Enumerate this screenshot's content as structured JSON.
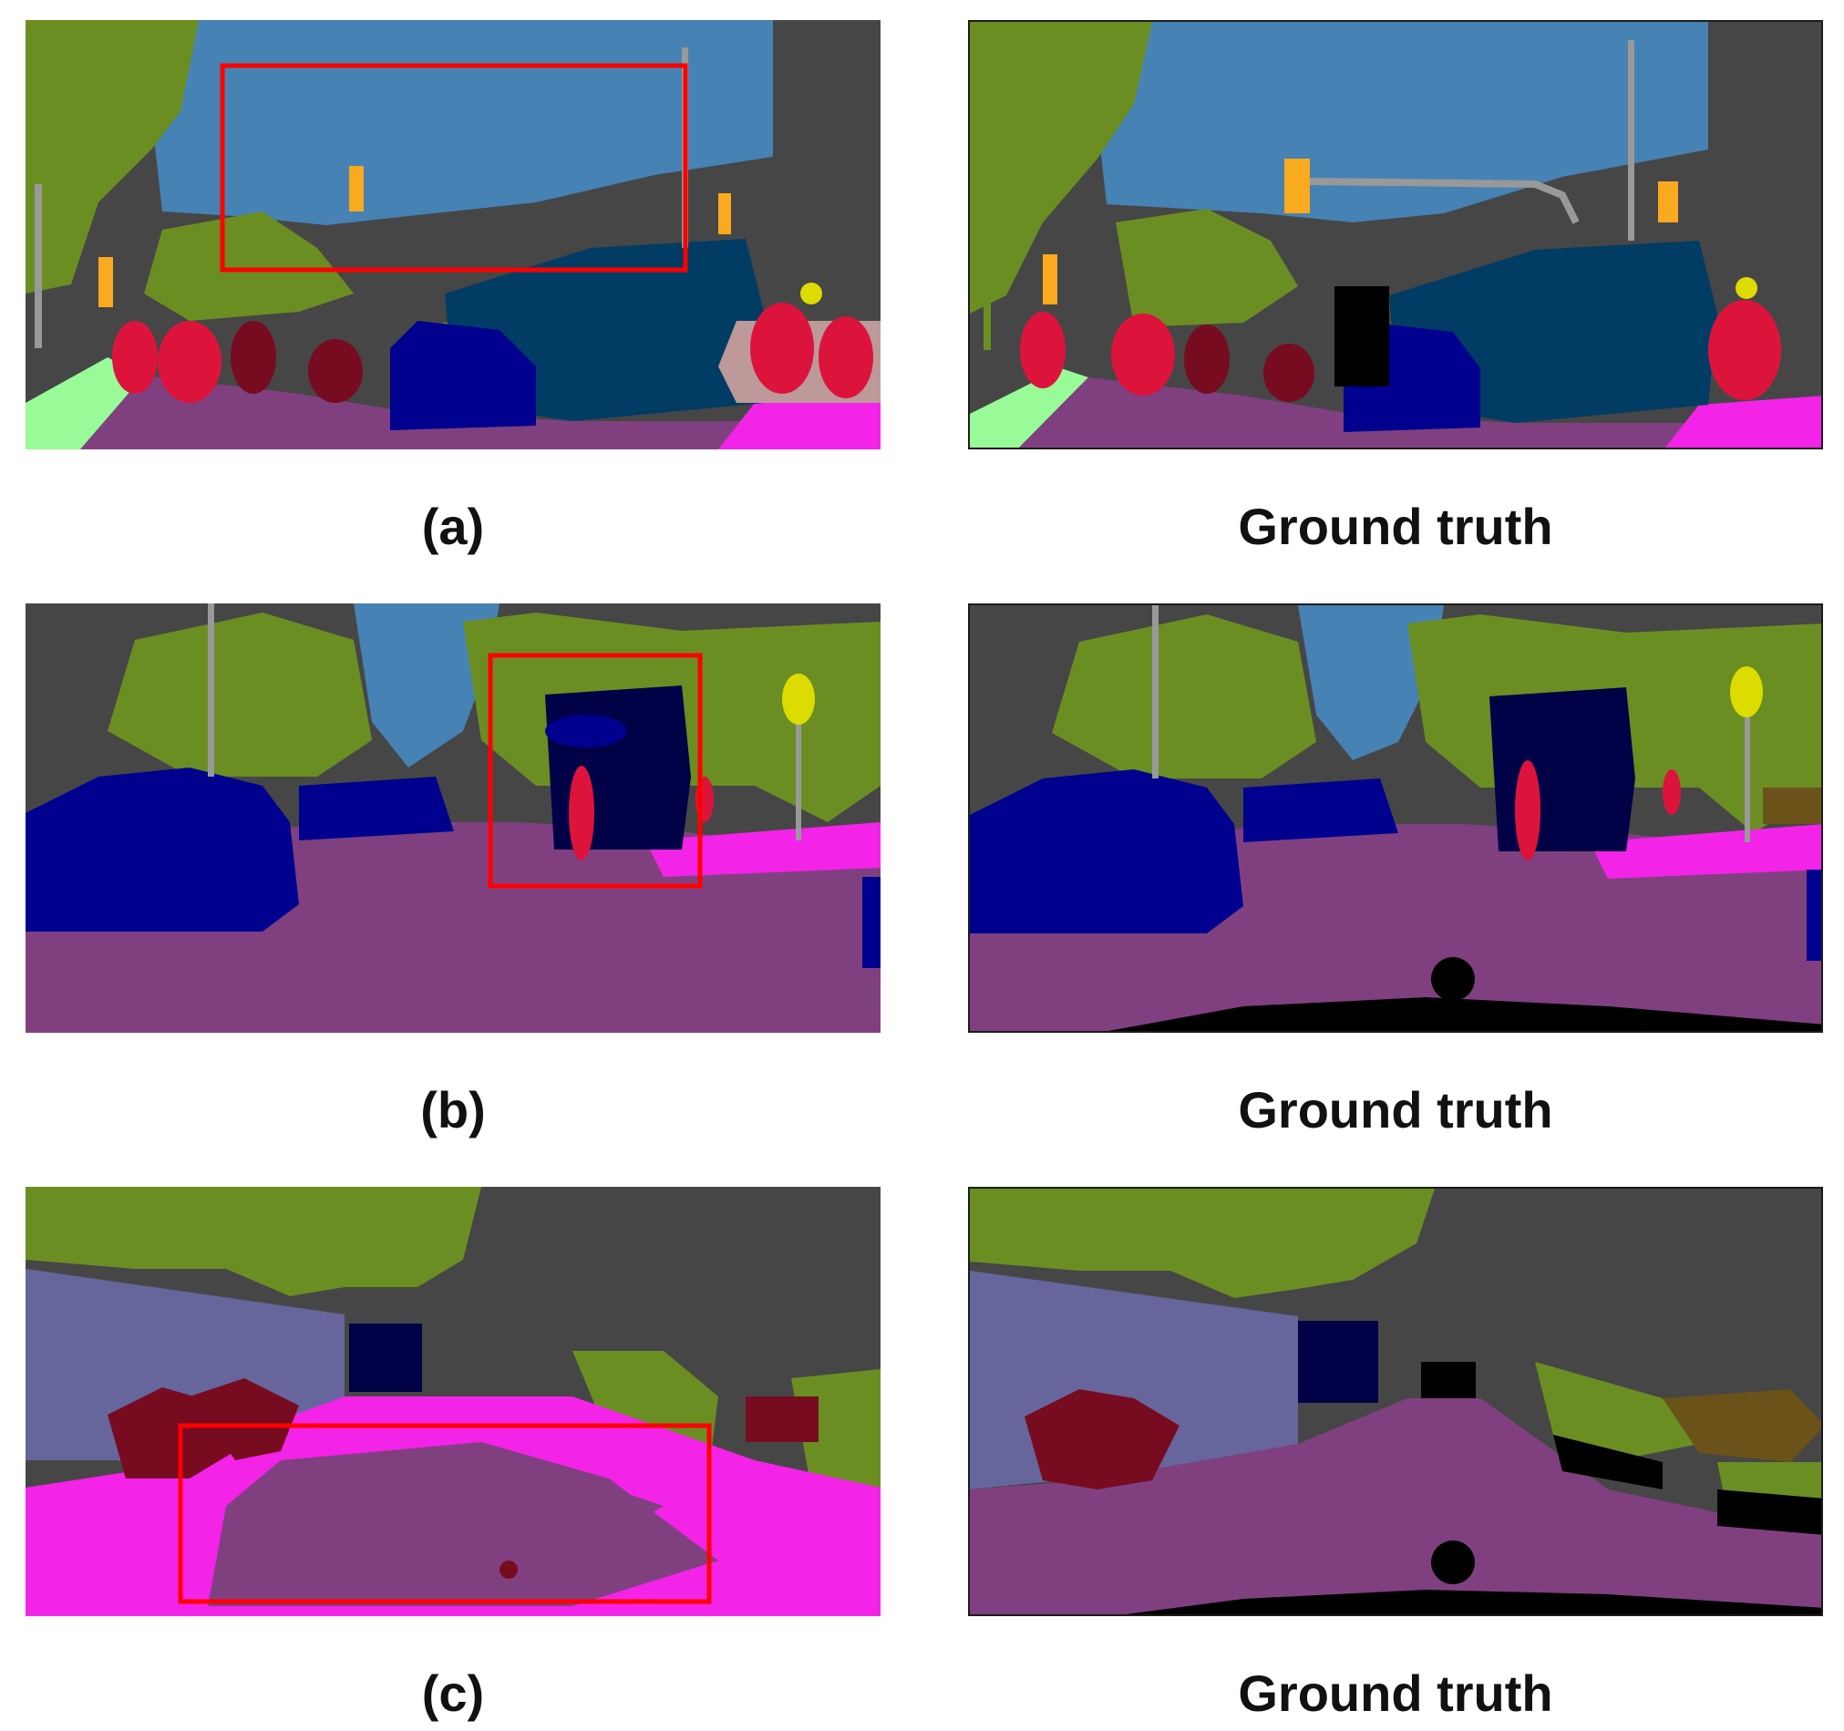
{
  "figure": {
    "rows": [
      {
        "id": "a",
        "caption": "(a)",
        "gt_caption": "Ground truth"
      },
      {
        "id": "b",
        "caption": "(b)",
        "gt_caption": "Ground truth"
      },
      {
        "id": "c",
        "caption": "(c)",
        "gt_caption": "Ground truth"
      }
    ]
  },
  "colors": {
    "building": "#464646",
    "sky": "#4682b4",
    "vegetation": "#6b8e23",
    "road": "#804080",
    "sidewalk": "#f423e8",
    "car": "#00008e",
    "truck": "#000046",
    "bus": "#003c64",
    "person": "#dc143c",
    "rider": "#ff0000",
    "bicycle": "#770b20",
    "pole": "#999999",
    "traffic_light": "#faaa1e",
    "traffic_sign": "#dcdc00",
    "wall": "#66669c",
    "terrain": "#98fb98",
    "fence": "#be9999",
    "unlabeled": "#000000",
    "highlight_box": "#ff0000"
  }
}
